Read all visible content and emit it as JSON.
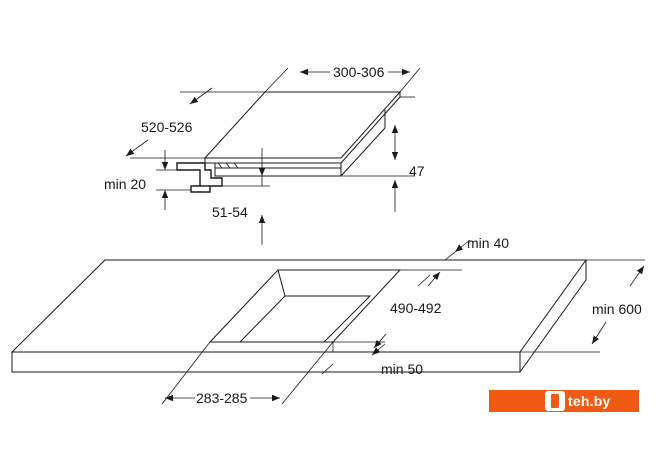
{
  "dimensions": {
    "hob_width": "300-306",
    "hob_depth": "520-526",
    "hob_height": "47",
    "clamp_min": "min 20",
    "recess_depth": "51-54",
    "min_back_gap": "min 40",
    "cutout_depth": "490-492",
    "worktop_depth": "min 600",
    "min_front_gap": "min 50",
    "cutout_width": "283-285"
  },
  "watermark": {
    "text": "teh.by",
    "icon": "phone-logo-icon"
  },
  "colors": {
    "line": "#1a1a1a",
    "watermark_bg": "#f05a12"
  }
}
